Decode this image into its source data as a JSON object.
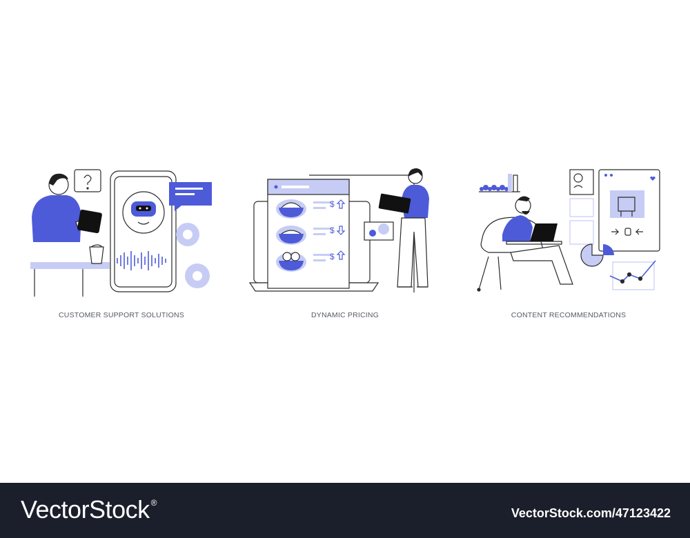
{
  "panels": [
    {
      "caption": "CUSTOMER SUPPORT SOLUTIONS"
    },
    {
      "caption": "DYNAMIC PRICING"
    },
    {
      "caption": "CONTENT RECOMMENDATIONS"
    }
  ],
  "pricing_symbols": [
    "$",
    "$",
    "$"
  ],
  "footer": {
    "brand": "VectorStock",
    "registered": "®",
    "image_id": "VectorStock.com/47123422"
  },
  "colors": {
    "accent": "#4d5bd9",
    "accent_light": "#c7ccf5",
    "line": "#2a2a2a",
    "footer_bg": "#1b1f2b"
  }
}
